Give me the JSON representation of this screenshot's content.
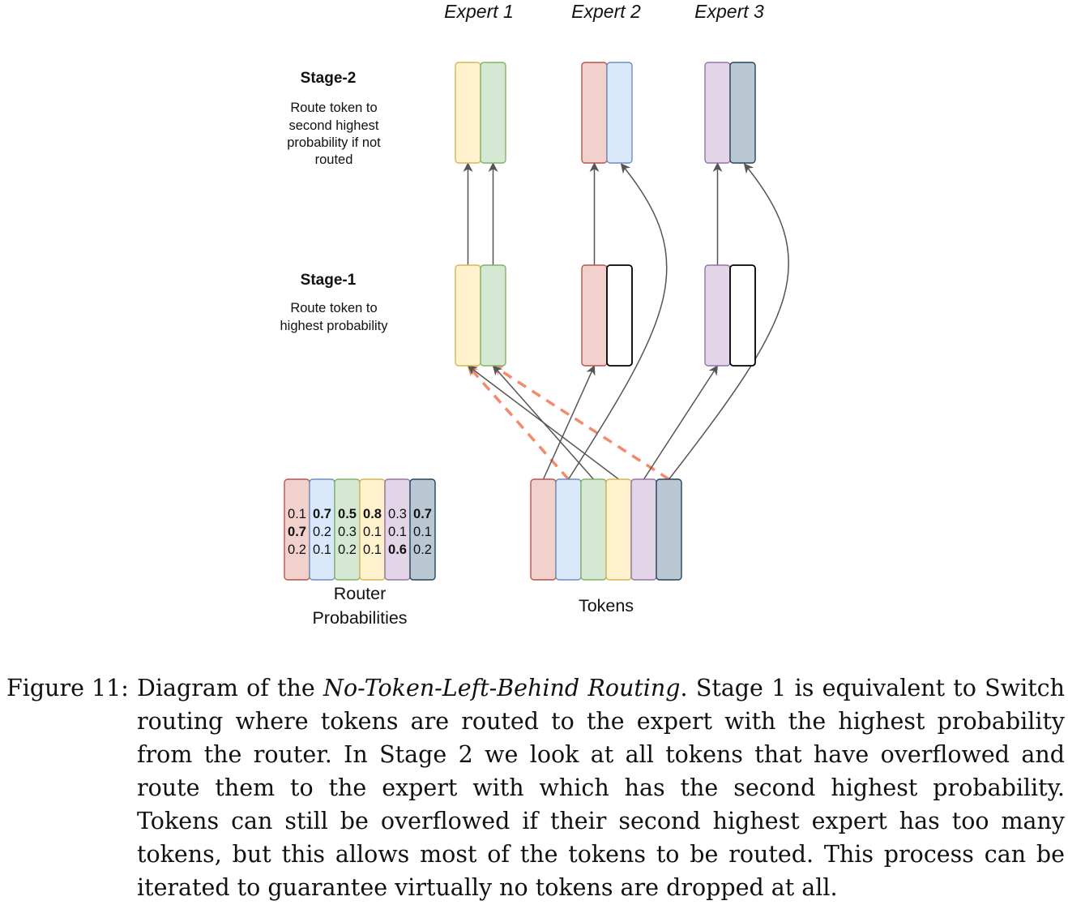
{
  "experts": [
    {
      "label": "Expert 1"
    },
    {
      "label": "Expert 2"
    },
    {
      "label": "Expert 3"
    }
  ],
  "stages": {
    "stage2": {
      "title": "Stage-2",
      "desc_lines": [
        "Route token to",
        "second highest",
        "probability if not",
        "routed"
      ]
    },
    "stage1": {
      "title": "Stage-1",
      "desc_lines": [
        "Route token to",
        "highest probability"
      ]
    }
  },
  "token_colors": [
    {
      "fill": "#f2d0cc",
      "stroke": "#b85450"
    },
    {
      "fill": "#dae8fc",
      "stroke": "#6c8ebf"
    },
    {
      "fill": "#d5e8d4",
      "stroke": "#82b366"
    },
    {
      "fill": "#fff2cc",
      "stroke": "#d6b656"
    },
    {
      "fill": "#e1d5e7",
      "stroke": "#9673a6"
    },
    {
      "fill": "#bac8d3",
      "stroke": "#23445d"
    }
  ],
  "expert_slots": {
    "stage2": [
      [
        3,
        2
      ],
      [
        0,
        1
      ],
      [
        4,
        5
      ]
    ],
    "stage1": [
      [
        3,
        2
      ],
      [
        0,
        null
      ],
      [
        4,
        null
      ]
    ]
  },
  "router": {
    "label_lines": [
      "Router",
      "Probabilities"
    ],
    "columns": [
      {
        "values": [
          "0.1",
          "0.7",
          "0.2"
        ],
        "bold": [
          false,
          true,
          false
        ]
      },
      {
        "values": [
          "0.7",
          "0.2",
          "0.1"
        ],
        "bold": [
          true,
          false,
          false
        ]
      },
      {
        "values": [
          "0.5",
          "0.3",
          "0.2"
        ],
        "bold": [
          true,
          false,
          false
        ]
      },
      {
        "values": [
          "0.8",
          "0.1",
          "0.1"
        ],
        "bold": [
          true,
          false,
          false
        ]
      },
      {
        "values": [
          "0.3",
          "0.1",
          "0.6"
        ],
        "bold": [
          false,
          false,
          true
        ]
      },
      {
        "values": [
          "0.7",
          "0.1",
          "0.2"
        ],
        "bold": [
          true,
          false,
          false
        ]
      }
    ]
  },
  "tokens": {
    "label": "Tokens",
    "count": 6
  },
  "routes": {
    "stage1_solid": [
      {
        "token": 0,
        "expert": 1,
        "slot": 0
      },
      {
        "token": 2,
        "expert": 0,
        "slot": 1
      },
      {
        "token": 3,
        "expert": 0,
        "slot": 0
      },
      {
        "token": 4,
        "expert": 2,
        "slot": 0
      }
    ],
    "stage1_dropped_dashed": [
      {
        "token": 1,
        "expert": 0,
        "slot": 0
      },
      {
        "token": 5,
        "expert": 0,
        "slot": 1
      }
    ],
    "stage2_curved": [
      {
        "token": 1,
        "expert": 1,
        "slot": 1
      },
      {
        "token": 5,
        "expert": 2,
        "slot": 1
      }
    ]
  },
  "colors": {
    "arrow": "#555555",
    "dropped_arrow": "#f4896b",
    "empty_slot_stroke": "#000000"
  },
  "caption": {
    "label": "Figure 11:",
    "parts": [
      {
        "text": "Diagram of the ",
        "italic": false
      },
      {
        "text": "No-Token-Left-Behind Routing",
        "italic": true
      },
      {
        "text": ". Stage 1 is equivalent to Switch routing where tokens are routed to the expert with the highest probability from the router. In Stage 2 we look at all tokens that have overflowed and route them to the expert with which has the second highest probability. Tokens can still be overflowed if their second highest expert has too many tokens, but this allows most of the tokens to be routed. This process can be iterated to guarantee virtually no tokens are dropped at all.",
        "italic": false
      }
    ]
  }
}
